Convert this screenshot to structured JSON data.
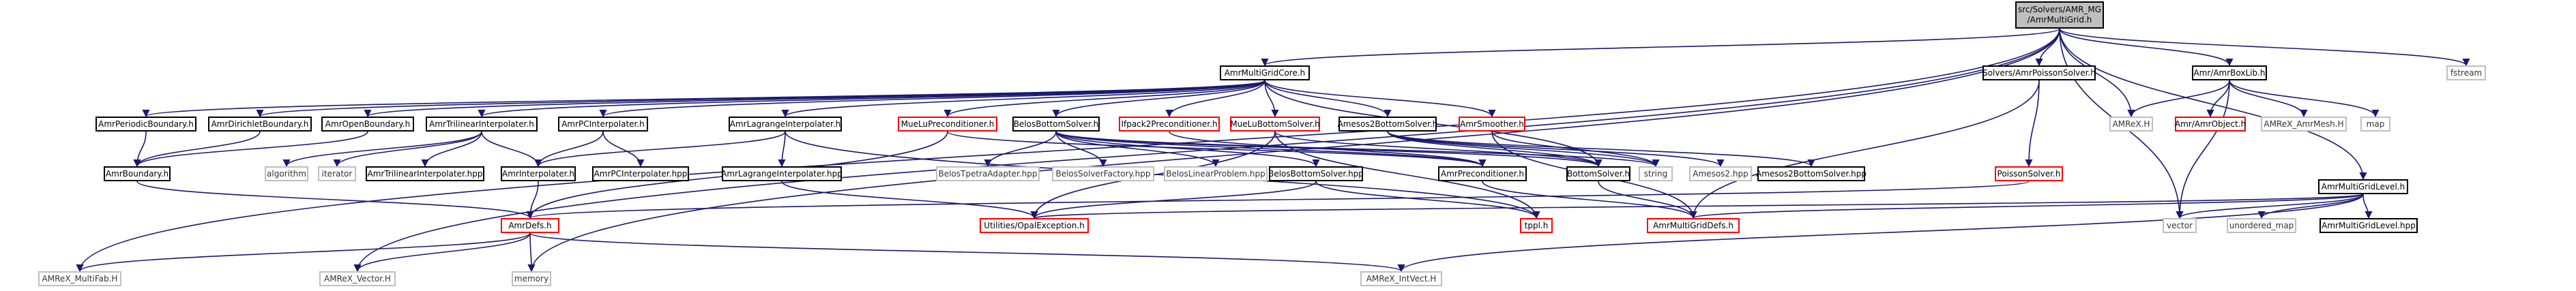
{
  "root": {
    "line1": "src/Solvers/AMR_MG",
    "line2": "/AmrMultiGrid.h"
  },
  "nodes": {
    "AmrMultiGridCore_h": "AmrMultiGridCore.h",
    "Solvers_AmrPoissonSolver_h": "Solvers/AmrPoissonSolver.h",
    "AmrAmrBoxLib_h": "Amr/AmrBoxLib.h",
    "fstream": "fstream",
    "AmrPeriodicBoundary_h": "AmrPeriodicBoundary.h",
    "AmrDirichletBoundary_h": "AmrDirichletBoundary.h",
    "AmrOpenBoundary_h": "AmrOpenBoundary.h",
    "AmrTrilinearInterpolater_h": "AmrTrilinearInterpolater.h",
    "AmrPCInterpolater_h": "AmrPCInterpolater.h",
    "AmrLagrangeInterpolater_h": "AmrLagrangeInterpolater.h",
    "MueLuPreconditioner_h": "MueLuPreconditioner.h",
    "BelosBottomSolver_h": "BelosBottomSolver.h",
    "Ifpack2Preconditioner_h": "Ifpack2Preconditioner.h",
    "MueLuBottomSolver_h": "MueLuBottomSolver.h",
    "Amesos2BottomSolver_h": "Amesos2BottomSolver.h",
    "AmrSmoother_h": "AmrSmoother.h",
    "AmrBoundary_h": "AmrBoundary.h",
    "algorithm": "algorithm",
    "iterator": "iterator",
    "AmrTrilinearInterpolater_hpp": "AmrTrilinearInterpolater.hpp",
    "AmrInterpolater_h": "AmrInterpolater.h",
    "AmrPCInterpolater_hpp": "AmrPCInterpolater.hpp",
    "AmrLagrangeInterpolater_hpp": "AmrLagrangeInterpolater.hpp",
    "BelosTpetraAdapter_hpp": "BelosTpetraAdapter.hpp",
    "BelosSolverFactory_hpp": "BelosSolverFactory.hpp",
    "BelosLinearProblem_hpp": "BelosLinearProblem.hpp",
    "BelosBottomSolver_hpp": "BelosBottomSolver.hpp",
    "AmrPreconditioner_h": "AmrPreconditioner.h",
    "BottomSolver_h": "BottomSolver.h",
    "string": "string",
    "Amesos2_hpp": "Amesos2.hpp",
    "Amesos2BottomSolver_hpp": "Amesos2BottomSolver.hpp",
    "PoissonSolver_h": "PoissonSolver.h",
    "AMReX_H": "AMReX.H",
    "AmrAmrObject_h": "Amr/AmrObject.h",
    "AMReX_AmrMesh_H": "AMReX_AmrMesh.H",
    "map": "map",
    "AmrMultiGridLevel_h": "AmrMultiGridLevel.h",
    "AmrDefs_h": "AmrDefs.h",
    "Utilities_OpalException_h": "Utilities/OpalException.h",
    "tppl_h": "tppl.h",
    "AmrMultiGridDefs_h": "AmrMultiGridDefs.h",
    "vector": "vector",
    "unordered_map": "unordered_map",
    "AmrMultiGridLevel_hpp": "AmrMultiGridLevel.hpp",
    "AMReX_MultiFab_H": "AMReX_MultiFab.H",
    "AMReX_Vector_H": "AMReX_Vector.H",
    "memory": "memory",
    "AMReX_IntVect_H": "AMReX_IntVect.H"
  },
  "colors": {
    "edge": "#191970",
    "red_border": "#ff0000",
    "external_border": "#bfbfbf",
    "root_fill": "#bfbfbf"
  }
}
